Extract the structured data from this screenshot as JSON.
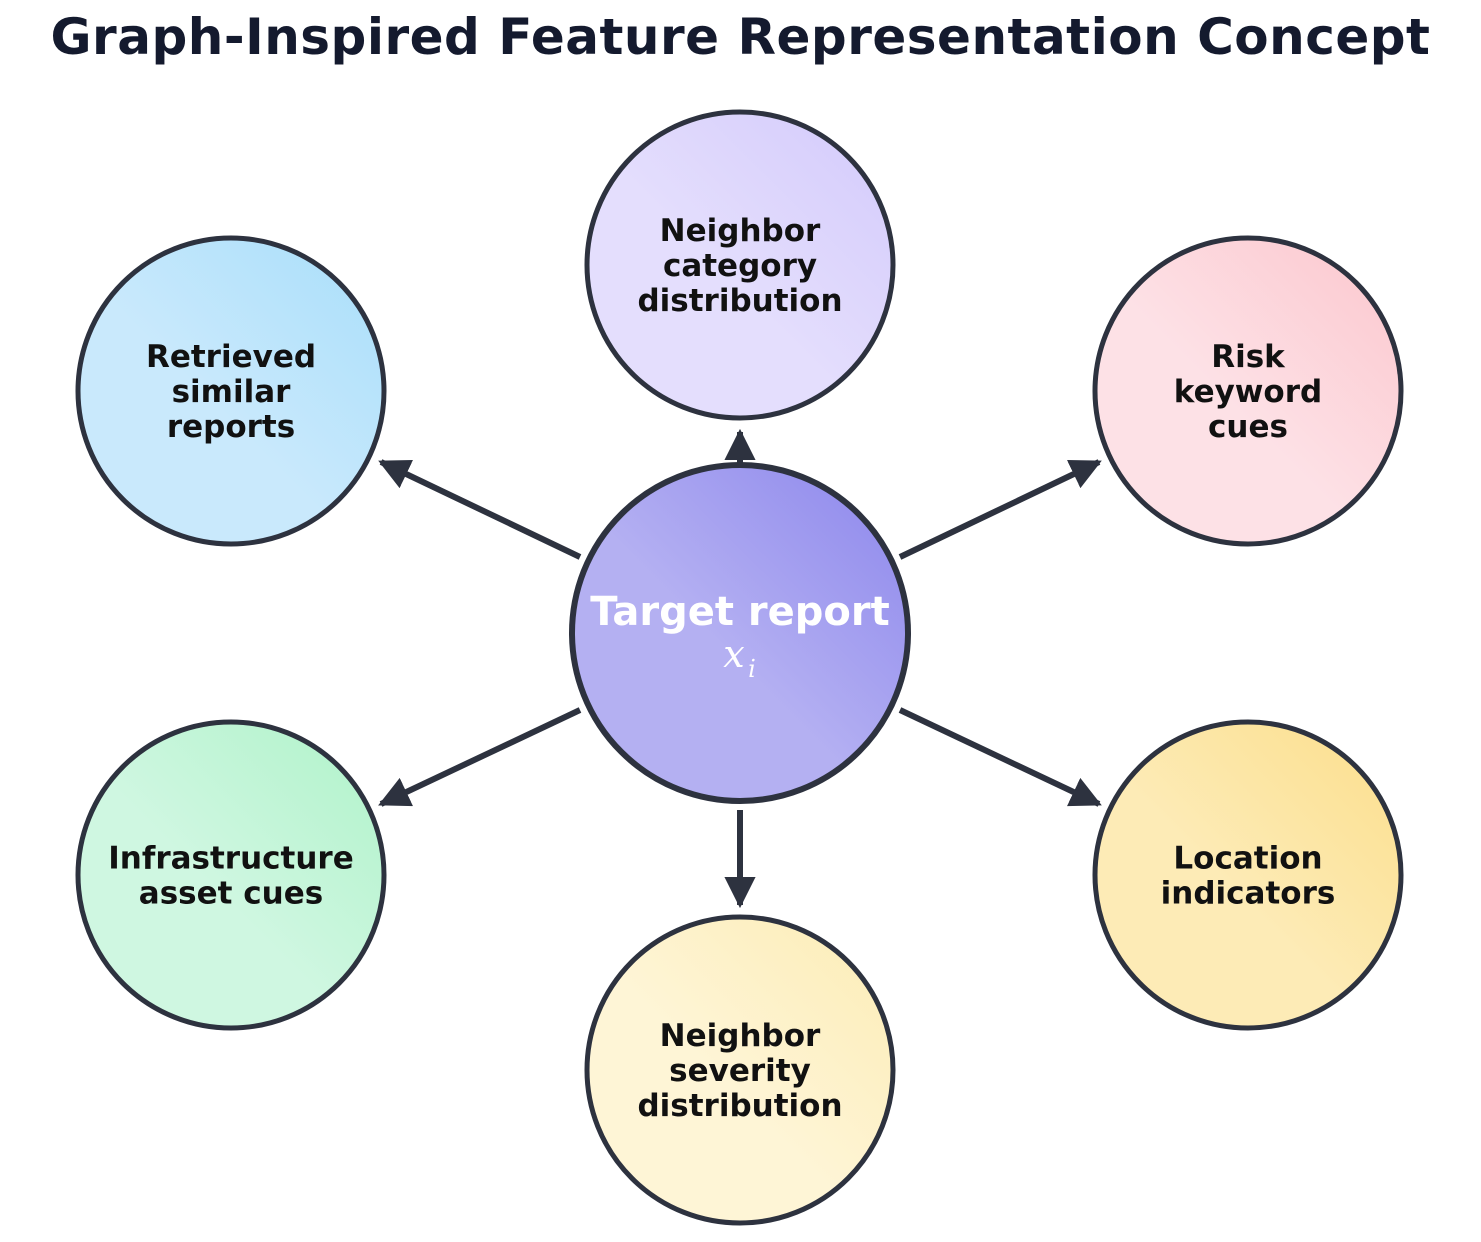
{
  "title": "Graph-Inspired Feature Representation Concept",
  "center": {
    "label": "Target report",
    "math_symbol": "x",
    "math_subscript": "i"
  },
  "nodes": [
    {
      "id": "neighbor-category",
      "lines": [
        "Neighbor",
        "category",
        "distribution"
      ],
      "color_light": "#e4defd",
      "color_dark": "#d3cafb"
    },
    {
      "id": "risk-keyword",
      "lines": [
        "Risk",
        "keyword",
        "cues"
      ],
      "color_light": "#fde1e6",
      "color_dark": "#fcc6cd"
    },
    {
      "id": "location-indicators",
      "lines": [
        "Location",
        "indicators"
      ],
      "color_light": "#fdebb6",
      "color_dark": "#fbde8b"
    },
    {
      "id": "neighbor-severity",
      "lines": [
        "Neighbor",
        "severity",
        "distribution"
      ],
      "color_light": "#fef5d6",
      "color_dark": "#fcecb5"
    },
    {
      "id": "infrastructure-asset",
      "lines": [
        "Infrastructure",
        "asset cues"
      ],
      "color_light": "#cff7e1",
      "color_dark": "#aff2c9"
    },
    {
      "id": "retrieved-similar",
      "lines": [
        "Retrieved",
        "similar",
        "reports"
      ],
      "color_light": "#c9e9fc",
      "color_dark": "#a8defa"
    }
  ],
  "colors": {
    "stroke": "#2d323f",
    "center_light": "#b4b0f2",
    "center_dark": "#8c86ec",
    "title": "#141a2e"
  }
}
